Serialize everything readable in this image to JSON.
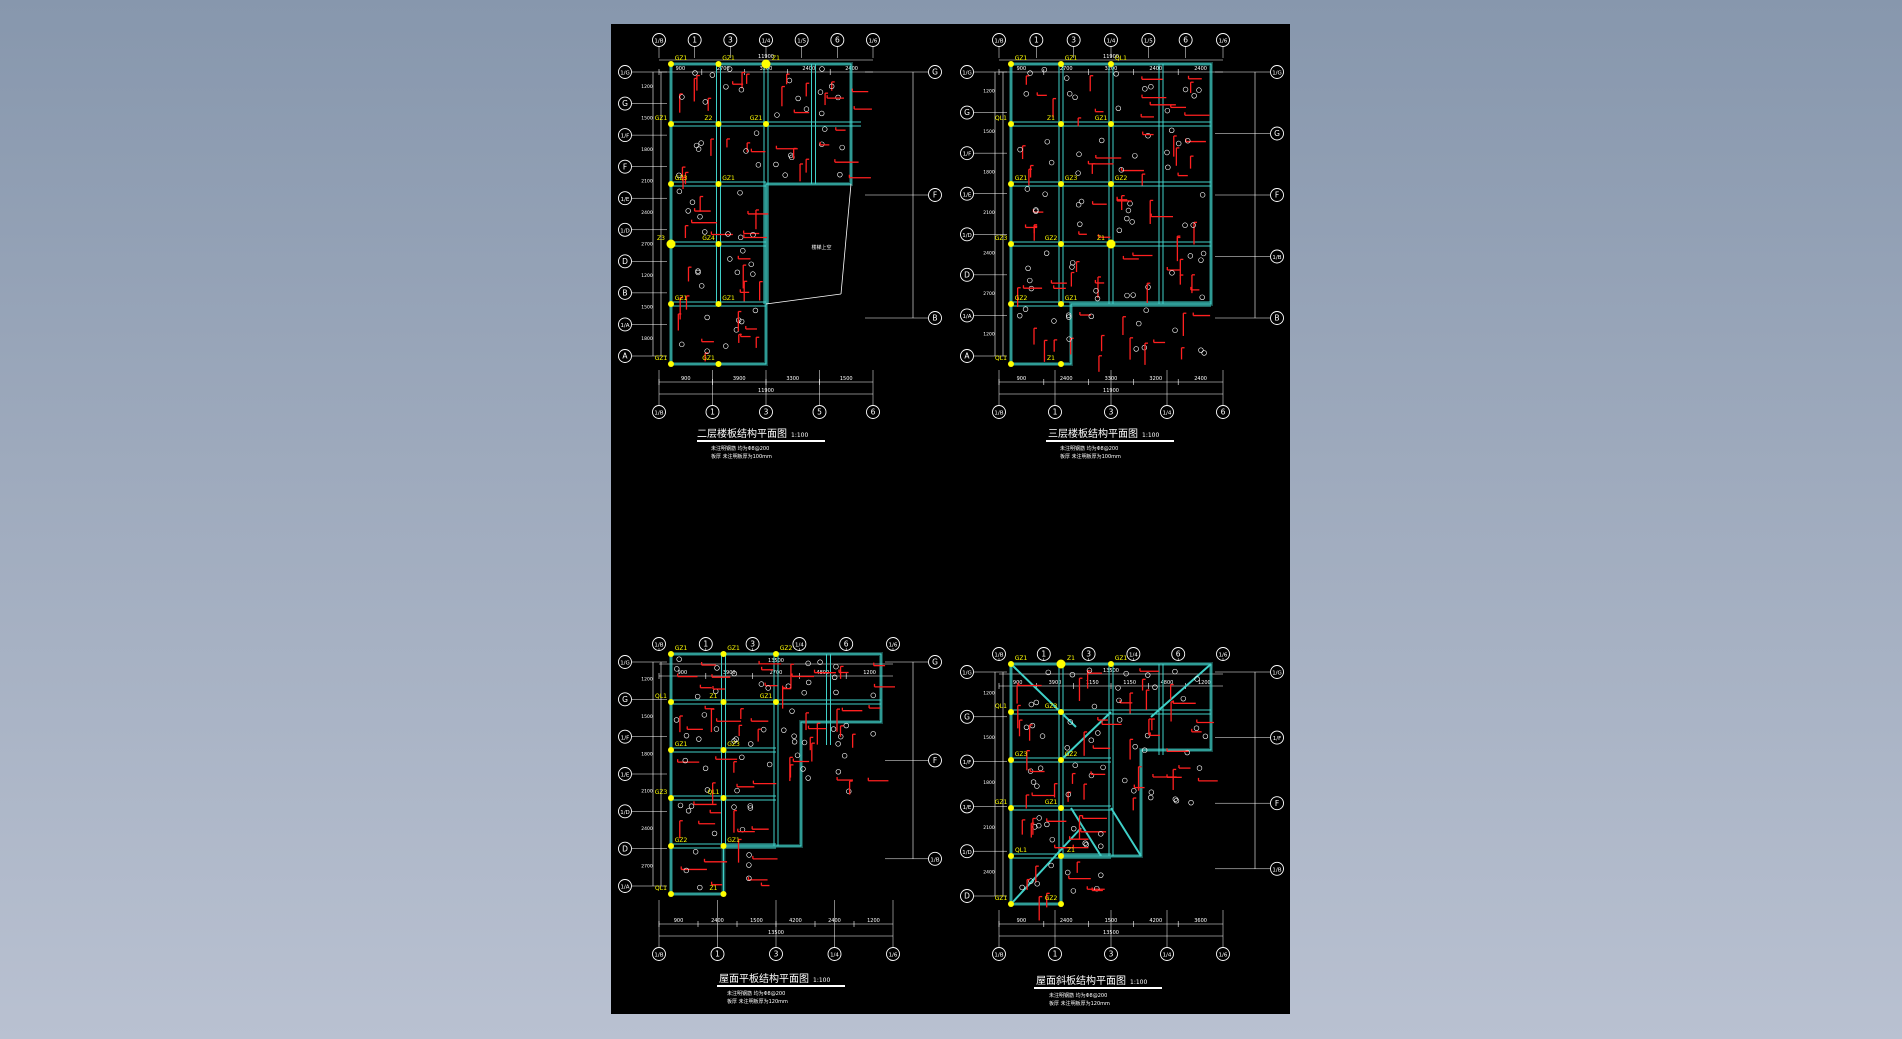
{
  "colors": {
    "background": "#8f9db2",
    "sheet": "#000000",
    "wall": "#3fd0c8",
    "rebar": "#ff2020",
    "column": "#ffff00",
    "text": "#ffffff",
    "grid": "#ffffff"
  },
  "plans": [
    {
      "id": "plan-2",
      "title": "二层楼板结构平面图",
      "scale": "1:100",
      "notes": [
        "板厚 未注明板厚为100mm",
        "未注明钢筋 均为Φ8@200"
      ],
      "top_axes": [
        "1/B",
        "1",
        "3",
        "1/4",
        "1/5",
        "6",
        "1/6"
      ],
      "bottom_axes": [
        "1/B",
        "1",
        "3",
        "5",
        "6"
      ],
      "left_axes": [
        "1/G",
        "G",
        "1/F",
        "F",
        "1/E",
        "1/D",
        "D",
        "B",
        "1/A",
        "A"
      ],
      "right_axes": [
        "G",
        "F",
        "B"
      ],
      "top_dims": [
        "900",
        "2700",
        "3200",
        "2400",
        "2400"
      ],
      "bottom_dims": [
        "900",
        "3900",
        "3300",
        "1500"
      ],
      "overall": "11900",
      "column_labels": [
        "GZ1",
        "GZ1",
        "GZ3",
        "Z3",
        "GZ1",
        "GZ1",
        "GZ1",
        "Z2",
        "GZ1",
        "GZ4",
        "GZ1",
        "GZ1",
        "Z1",
        "GZ1"
      ]
    },
    {
      "id": "plan-3",
      "title": "三层楼板结构平面图",
      "scale": "1:100",
      "notes": [
        "板厚 未注明板厚为100mm",
        "未注明钢筋 均为Φ8@200"
      ],
      "top_axes": [
        "1/B",
        "1",
        "3",
        "1/4",
        "1/5",
        "6",
        "1/6"
      ],
      "bottom_axes": [
        "1/B",
        "1",
        "3",
        "1/4",
        "6"
      ],
      "left_axes": [
        "1/G",
        "G",
        "1/F",
        "1/E",
        "1/D",
        "D",
        "1/A",
        "A"
      ],
      "right_axes": [
        "1/G",
        "G",
        "F",
        "1/B",
        "B"
      ],
      "top_dims": [
        "900",
        "2700",
        "3200",
        "2400",
        "2400"
      ],
      "bottom_dims": [
        "900",
        "2400",
        "3300",
        "3200",
        "2400"
      ],
      "overall": "11900",
      "column_labels": [
        "GZ1",
        "QL1",
        "GZ1",
        "GZ3",
        "GZ2",
        "QL1",
        "GZ1",
        "Z1",
        "GZ3",
        "GZ2",
        "GZ1",
        "Z1",
        "QL1",
        "GZ1",
        "GZ2",
        "Z1"
      ]
    },
    {
      "id": "plan-roof-flat",
      "title": "屋面平板结构平面图",
      "scale": "1:100",
      "notes": [
        "板厚 未注明板厚为120mm",
        "未注明钢筋 均为Φ8@200"
      ],
      "top_axes": [
        "1/B",
        "1",
        "3",
        "1/4",
        "6",
        "1/6"
      ],
      "bottom_axes": [
        "1/B",
        "1",
        "3",
        "1/4",
        "1/6"
      ],
      "left_axes": [
        "1/G",
        "G",
        "1/F",
        "1/E",
        "1/D",
        "D",
        "1/A"
      ],
      "right_axes": [
        "G",
        "F",
        "1/B"
      ],
      "top_dims": [
        "900",
        "3900",
        "2700",
        "4800",
        "1200"
      ],
      "bottom_dims": [
        "900",
        "2400",
        "1500",
        "4200",
        "2400",
        "1200"
      ],
      "overall": "13500",
      "column_labels": [
        "GZ1",
        "QL1",
        "GZ1",
        "GZ3",
        "GZ2",
        "QL1",
        "GZ1",
        "Z1",
        "GZ3",
        "QL1",
        "GZ1",
        "Z1",
        "GZ2",
        "GZ1"
      ]
    },
    {
      "id": "plan-roof-slope",
      "title": "屋面斜板结构平面图",
      "scale": "1:100",
      "notes": [
        "板厚 未注明板厚为120mm",
        "未注明钢筋 均为Φ8@200"
      ],
      "top_axes": [
        "1/B",
        "1",
        "3",
        "1/4",
        "6",
        "1/6"
      ],
      "bottom_axes": [
        "1/B",
        "1",
        "3",
        "1/4",
        "1/6"
      ],
      "left_axes": [
        "1/G",
        "G",
        "1/F",
        "1/E",
        "1/D",
        "D"
      ],
      "right_axes": [
        "1/G",
        "1/F",
        "F",
        "1/B"
      ],
      "top_dims": [
        "900",
        "3900",
        "1150",
        "1150",
        "4800",
        "1200"
      ],
      "bottom_dims": [
        "900",
        "2400",
        "1500",
        "4200",
        "3600"
      ],
      "overall": "13500",
      "column_labels": [
        "GZ1",
        "QL1",
        "GZ3",
        "GZ1",
        "QL1",
        "GZ1",
        "Z1",
        "GZ3",
        "GZ2",
        "GZ1",
        "Z1",
        "GZ2",
        "GZ1"
      ]
    }
  ]
}
